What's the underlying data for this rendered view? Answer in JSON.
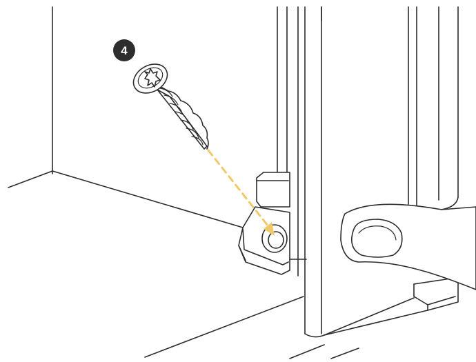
{
  "diagram": {
    "step_badge": {
      "label": "4",
      "color": "#2d2d2d"
    },
    "arrow": {
      "color": "#f0c96a",
      "style": "dashed"
    },
    "parts": [
      "screw-icon",
      "bracket",
      "door-frame",
      "door-handle",
      "shelf"
    ]
  }
}
